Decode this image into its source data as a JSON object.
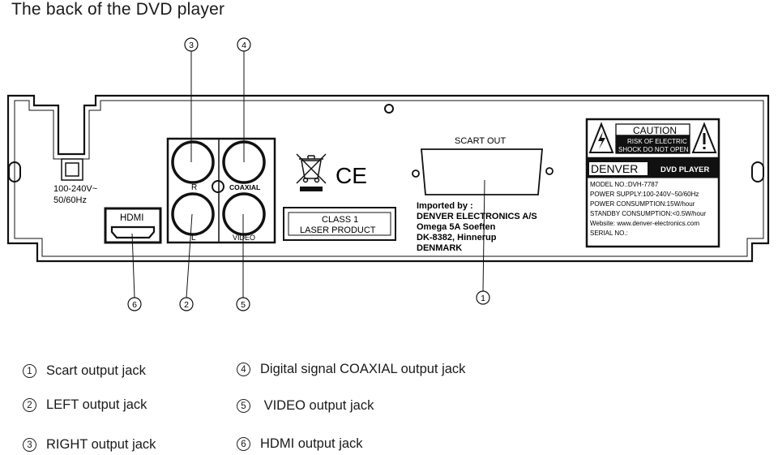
{
  "title": "The back of the DVD player",
  "callouts": [
    "1",
    "2",
    "3",
    "4",
    "5",
    "6"
  ],
  "panel": {
    "power_rating_line1": "100-240V~",
    "power_rating_line2": "50/60Hz",
    "hdmi_label": "HDMI",
    "audio_right_label": "R",
    "audio_left_label": "L",
    "coaxial_label": "COAXIAL",
    "video_label": "VIDEO",
    "ce_mark": "CE",
    "laser_line1": "CLASS 1",
    "laser_line2": "LASER PRODUCT",
    "scart_label": "SCART OUT",
    "importer_lines": [
      "Imported  by :",
      "DENVER ELECTRONICS A/S",
      "Omega 5A Soeften",
      "DK-8382, Hinnerup",
      "DENMARK"
    ],
    "caution_title": "CAUTION",
    "caution_line1": "RISK OF ELECTRIC",
    "caution_line2": "SHOCK DO NOT OPEN",
    "brand": "DENVER",
    "product": "DVD PLAYER",
    "spec_lines": [
      "MODEL NO.:DVH-7787",
      "POWER SUPPLY:100-240V~50/60Hz",
      "POWER CONSUMPTION:15W/hour",
      "STANDBY CONSUMPTION:<0.5W/hour",
      "Website: www.denver-electronics.com",
      "SERIAL NO.:"
    ]
  },
  "legend": [
    {
      "num": "1",
      "text": "Scart output jack"
    },
    {
      "num": "2",
      "text": "LEFT  output jack"
    },
    {
      "num": "3",
      "text": "RIGHT  output jack"
    },
    {
      "num": "4",
      "text": "Digital signal COAXIAL output jack"
    },
    {
      "num": "5",
      "text": " VIDEO output jack"
    },
    {
      "num": "6",
      "text": "HDMI output jack"
    }
  ]
}
